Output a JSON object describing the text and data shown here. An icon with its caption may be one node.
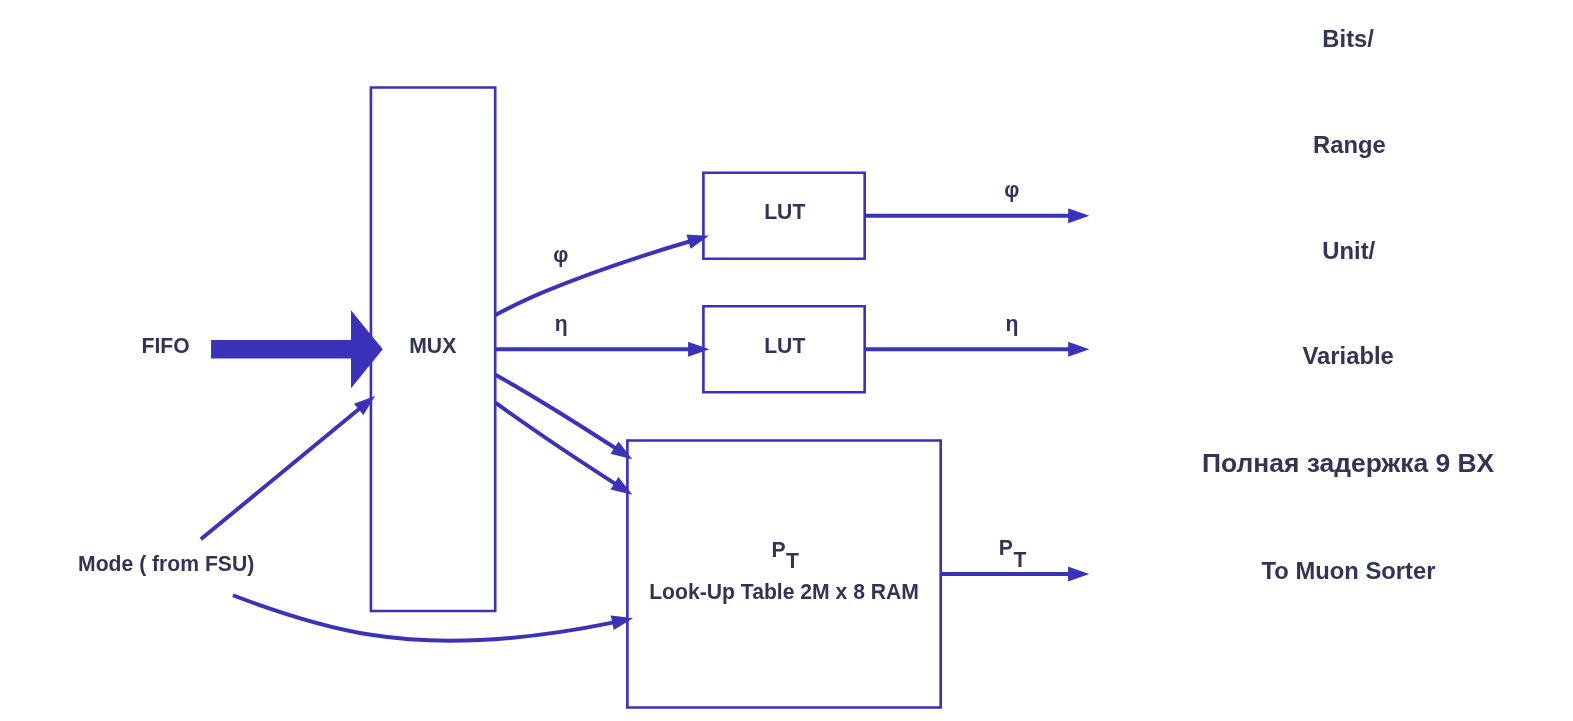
{
  "diagram": {
    "nodes": [
      {
        "text": [
          "MUX"
        ]
      },
      {
        "text": [
          "LUT"
        ]
      },
      {
        "text": [
          "LUT"
        ]
      },
      {
        "text": [
          "P$_{T}$",
          "Look-Up Table 2M x 8 RAM"
        ]
      },
      {
        "text": [
          "FIFO"
        ]
      },
      {
        "text": [
          "Mode ( from FSU)"
        ]
      }
    ],
    "edges": [
      {
        "from": 4,
        "to": 0,
        "arrow": "to",
        "style": "thick"
      },
      {
        "from": 0,
        "to": 1,
        "arrow": "to",
        "label": "φ"
      },
      {
        "from": 0,
        "to": 2,
        "arrow": "to",
        "label": "η"
      },
      {
        "from": 0,
        "to": 3,
        "arrow": "to"
      },
      {
        "from": 0,
        "to": 3,
        "arrow": "to"
      },
      {
        "from": 5,
        "to": 0,
        "arrow": "to"
      },
      {
        "from": 5,
        "to": 3,
        "arrow": "to"
      },
      {
        "from": 1,
        "to": null,
        "arrow": "to",
        "label": "φ"
      },
      {
        "from": 2,
        "to": null,
        "arrow": "to",
        "label": "η"
      },
      {
        "from": 3,
        "to": null,
        "arrow": "to",
        "label": "P$_{T}$"
      }
    ],
    "labels": [
      "To Muon Sorter",
      "Полная задержка 9 BX",
      "Variable",
      "Unit/",
      "Range",
      "Bits/"
    ]
  }
}
